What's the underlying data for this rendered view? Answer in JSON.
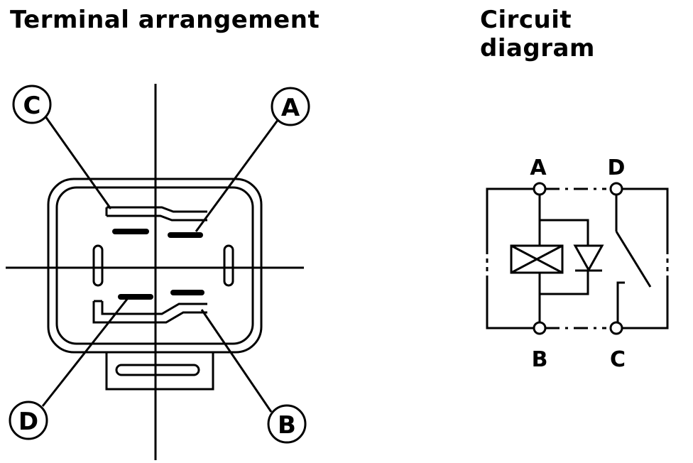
{
  "titles": {
    "terminal_arrangement": "Terminal arrangement",
    "circuit_diagram": "Circuit diagram"
  },
  "terminal_callouts": {
    "a": "A",
    "b": "B",
    "c": "C",
    "d": "D"
  },
  "circuit_terminals": {
    "a": "A",
    "b": "B",
    "c": "C",
    "d": "D"
  }
}
